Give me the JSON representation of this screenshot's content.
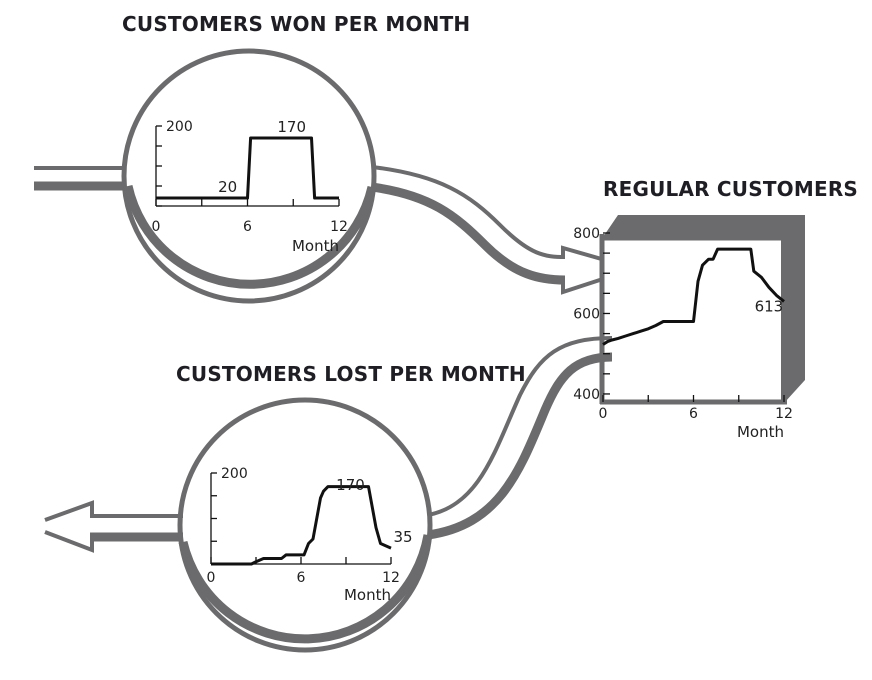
{
  "titles": {
    "won": "CUSTOMERS WON PER MONTH",
    "regular": "REGULAR CUSTOMERS",
    "lost": "CUSTOMERS LOST PER MONTH"
  },
  "colors": {
    "pipe": "#6b6b6d",
    "line": "#111111",
    "text": "#1e1e24"
  },
  "chart_data": [
    {
      "id": "won",
      "type": "line",
      "title": "CUSTOMERS WON PER MONTH",
      "xlabel": "Month",
      "ylabel": "",
      "xlim": [
        0,
        12
      ],
      "ylim": [
        0,
        200
      ],
      "x_ticks": [
        0,
        6,
        12
      ],
      "x_tick_labels": [
        "0",
        "6",
        "12"
      ],
      "y_tick_labels": [
        "200"
      ],
      "annotations": [
        {
          "text": "20",
          "x": 4.7,
          "y": 20
        },
        {
          "text": "170",
          "x": 8.9,
          "y": 170
        }
      ],
      "x": [
        0,
        6,
        6.2,
        10.2,
        10.4,
        12
      ],
      "y": [
        20,
        20,
        170,
        170,
        20,
        20
      ]
    },
    {
      "id": "regular",
      "type": "line",
      "title": "REGULAR CUSTOMERS",
      "xlabel": "Month",
      "ylabel": "",
      "xlim": [
        0,
        12
      ],
      "ylim": [
        380,
        800
      ],
      "x_ticks": [
        0,
        6,
        12
      ],
      "x_tick_labels": [
        "0",
        "6",
        "12"
      ],
      "y_tick_labels": [
        "800",
        "600",
        "400"
      ],
      "annotations": [
        {
          "text": "613",
          "x": 11.0,
          "y": 590
        }
      ],
      "x": [
        0,
        0.3,
        0.6,
        1,
        1.5,
        2,
        2.5,
        3,
        3.5,
        4,
        6,
        6.3,
        6.6,
        7,
        7.3,
        7.6,
        9.8,
        10,
        10.5,
        11,
        11.5,
        12
      ],
      "y": [
        523,
        530,
        534,
        538,
        544,
        550,
        556,
        562,
        570,
        580,
        580,
        680,
        720,
        735,
        735,
        760,
        760,
        705,
        690,
        665,
        645,
        630
      ]
    },
    {
      "id": "lost",
      "type": "line",
      "title": "CUSTOMERS LOST PER MONTH",
      "xlabel": "Month",
      "ylabel": "",
      "xlim": [
        0,
        12
      ],
      "ylim": [
        0,
        200
      ],
      "x_ticks": [
        0,
        6,
        12
      ],
      "x_tick_labels": [
        "0",
        "6",
        "12"
      ],
      "y_tick_labels": [
        "200"
      ],
      "annotations": [
        {
          "text": "170",
          "x": 9.3,
          "y": 150
        },
        {
          "text": "35",
          "x": 12.8,
          "y": 35
        }
      ],
      "x": [
        0,
        2.7,
        3,
        3.5,
        4.7,
        5,
        6.2,
        6.5,
        6.8,
        7.3,
        7.5,
        7.8,
        10.5,
        11,
        11.3,
        12
      ],
      "y": [
        0,
        0,
        5,
        12,
        12,
        20,
        20,
        45,
        55,
        145,
        160,
        170,
        170,
        80,
        45,
        35
      ]
    }
  ]
}
